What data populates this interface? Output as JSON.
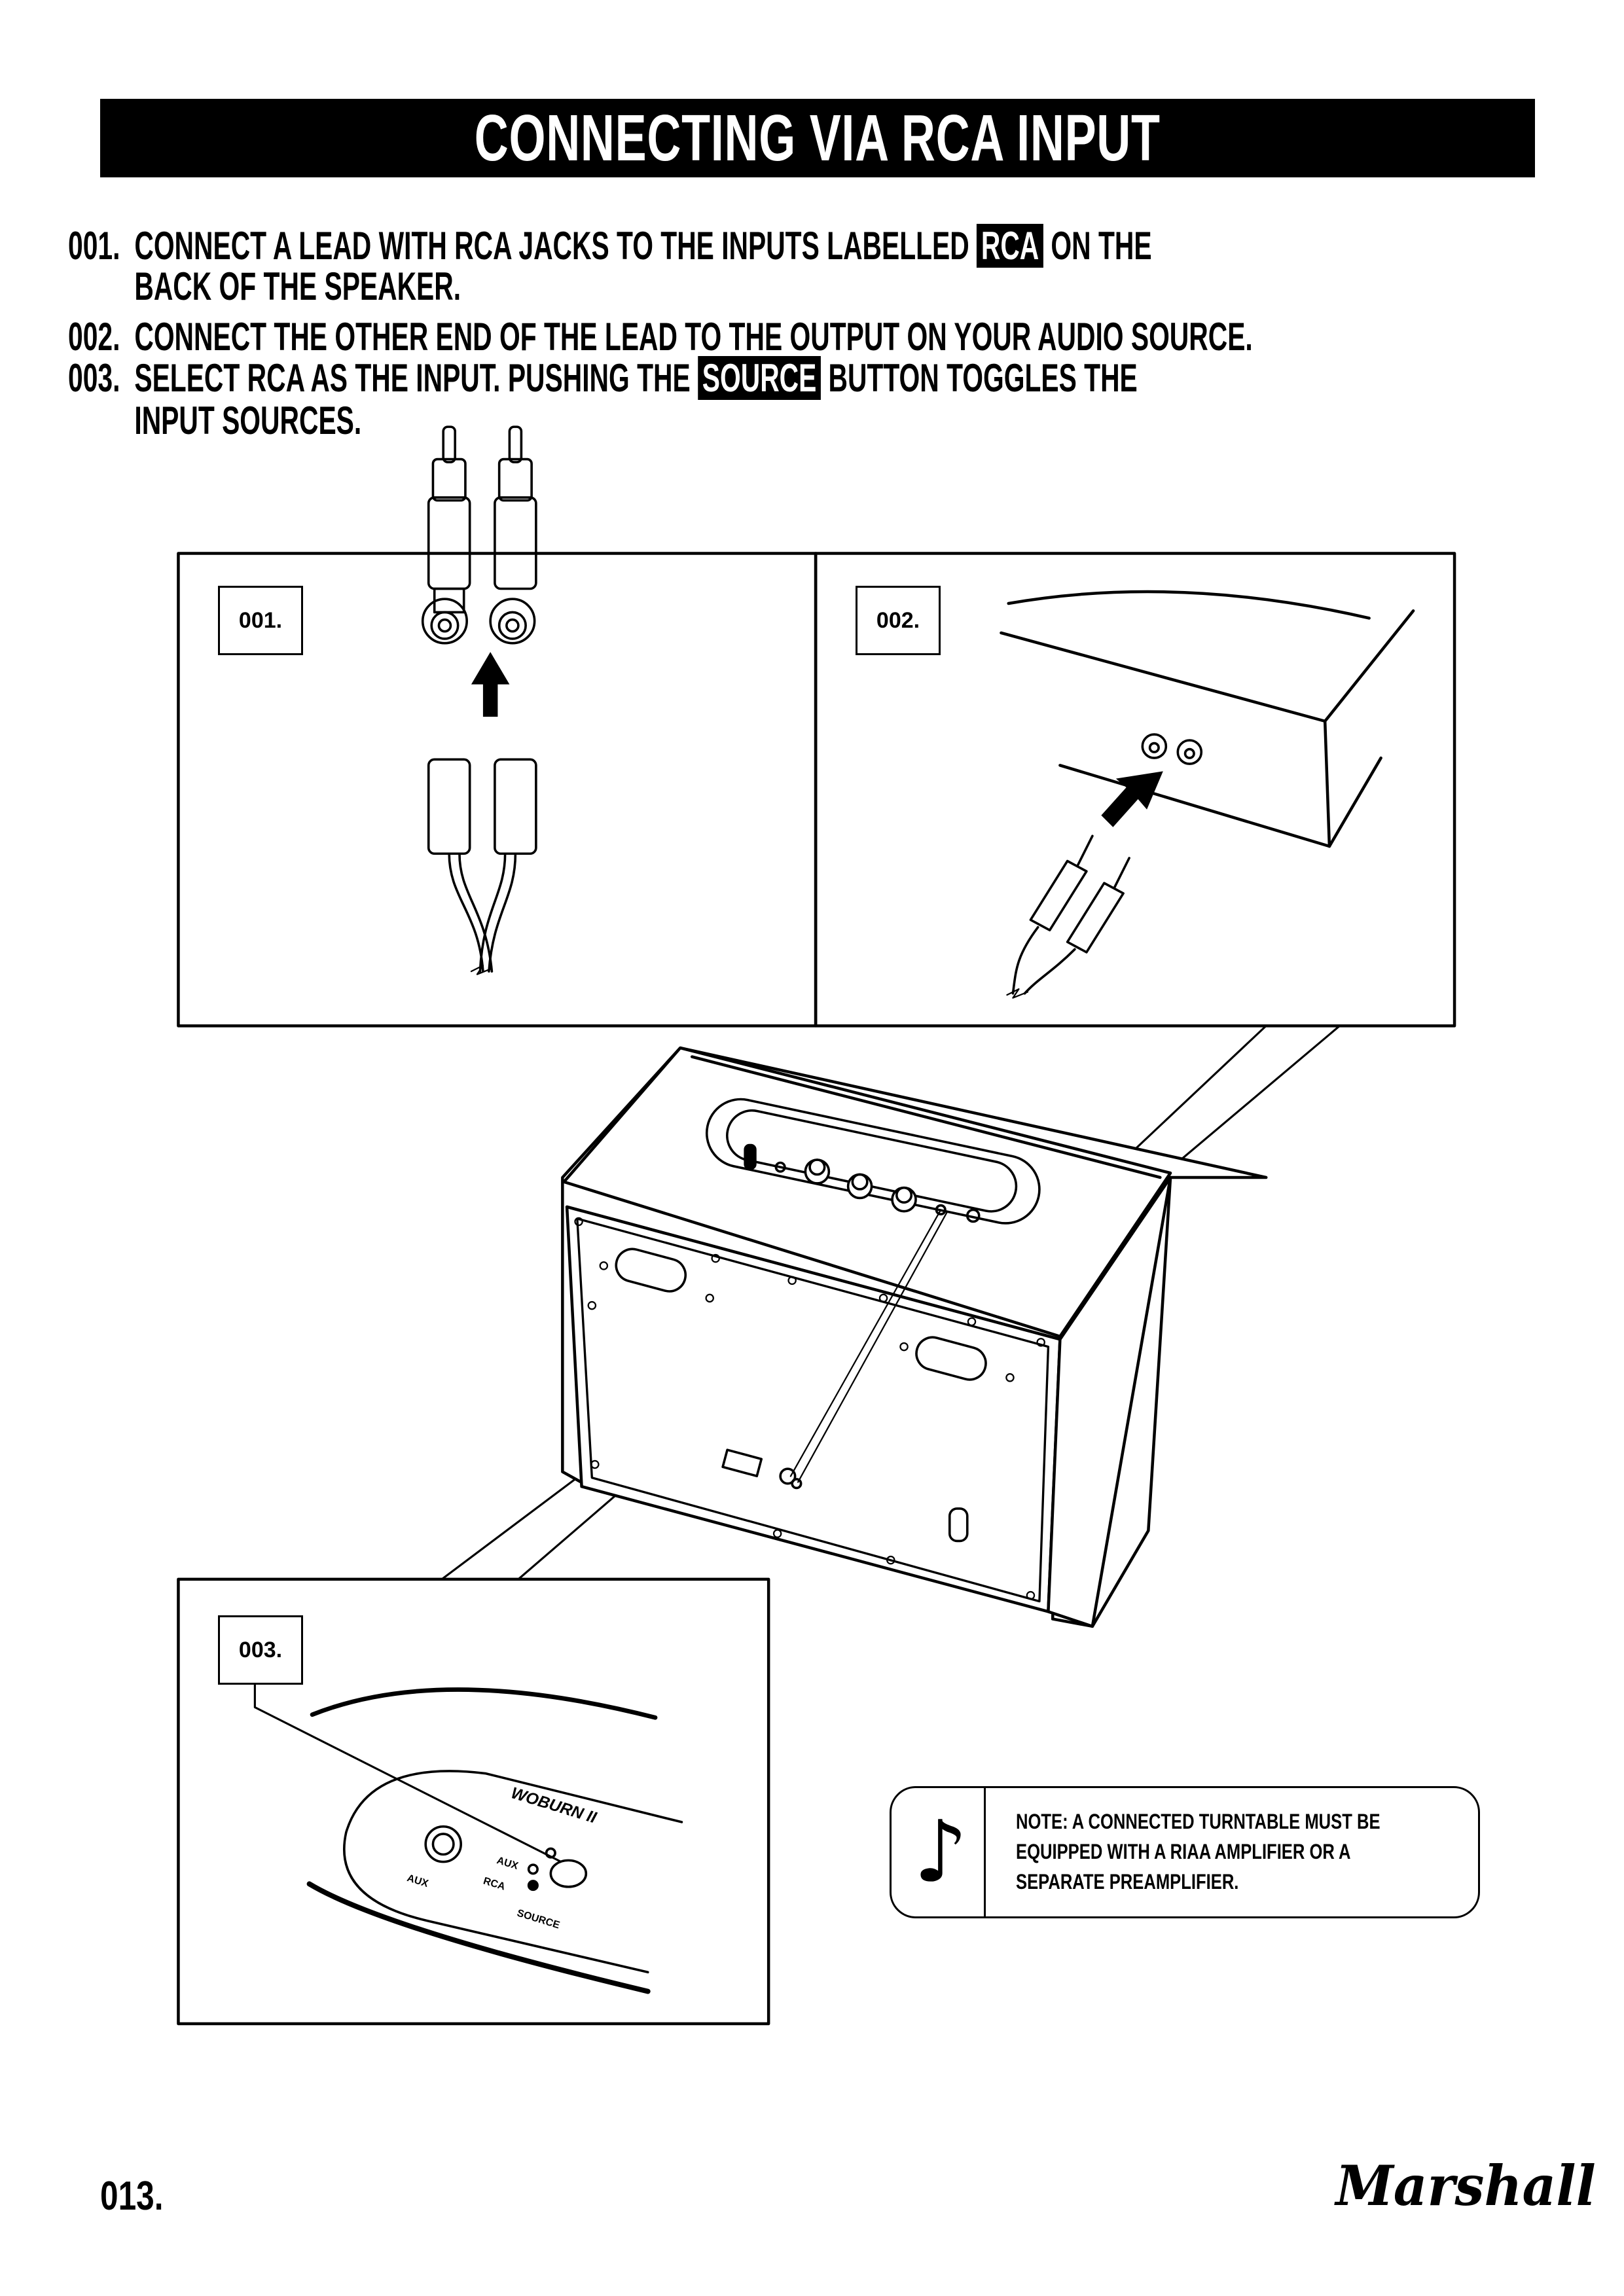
{
  "header": {
    "title": "CONNECTING VIA RCA INPUT"
  },
  "steps": [
    {
      "number": "001.",
      "lines": [
        [
          "CONNECT A LEAD WITH RCA JACKS TO THE INPUTS LABELLED",
          "RCA",
          "ON THE"
        ],
        [
          "BACK OF THE SPEAKER."
        ]
      ]
    },
    {
      "number": "002.",
      "lines": [
        [
          "CONNECT THE OTHER END OF THE LEAD TO THE OUTPUT ON YOUR AUDIO SOURCE."
        ]
      ]
    },
    {
      "number": "003.",
      "lines": [
        [
          "SELECT RCA AS THE INPUT. PUSHING THE",
          "SOURCE",
          "BUTTON TOGGLES THE"
        ],
        [
          "INPUT SOURCES."
        ]
      ]
    }
  ],
  "panels": [
    {
      "label": "001."
    },
    {
      "label": "002."
    },
    {
      "label": "003.",
      "device_labels": {
        "model": "WOBURN II",
        "aux_jack": "AUX",
        "aux_led": "AUX",
        "rca_led": "RCA",
        "source_button": "SOURCE"
      }
    }
  ],
  "note": {
    "icon": "music-note-icon",
    "lines": [
      "NOTE: A CONNECTED TURNTABLE MUST BE",
      "EQUIPPED WITH A RIAA AMPLIFIER OR A",
      "SEPARATE PREAMPLIFIER."
    ]
  },
  "footer": {
    "page_number": "013.",
    "logo": "Marshall"
  }
}
